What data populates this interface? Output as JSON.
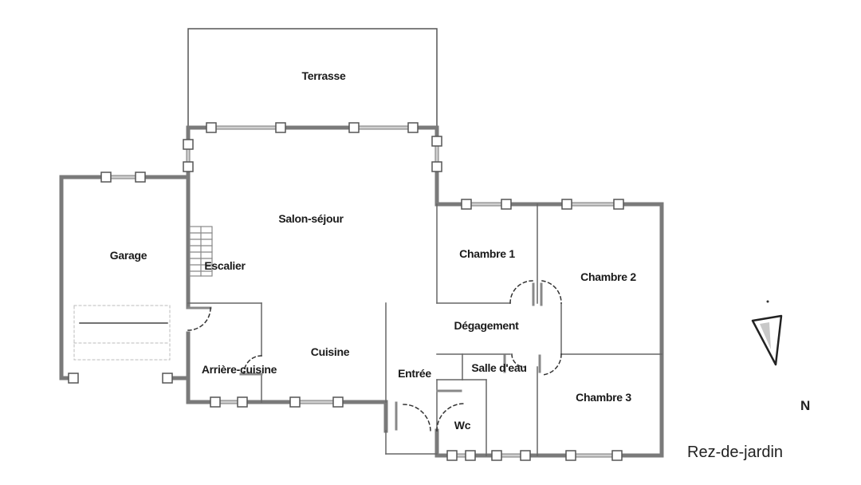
{
  "plan": {
    "level_label": "Rez-de-jardin",
    "north_label": "N",
    "wall_color": "#707070",
    "line_color": "#555555",
    "rooms": [
      {
        "id": "terrasse",
        "label": "Terrasse"
      },
      {
        "id": "salon-sejour",
        "label": "Salon-séjour"
      },
      {
        "id": "garage",
        "label": "Garage"
      },
      {
        "id": "escalier",
        "label": "Escalier"
      },
      {
        "id": "cuisine",
        "label": "Cuisine"
      },
      {
        "id": "arriere-cuisine",
        "label": "Arrière-cuisine"
      },
      {
        "id": "entree",
        "label": "Entrée"
      },
      {
        "id": "wc",
        "label": "Wc"
      },
      {
        "id": "salle-d-eau",
        "label": "Salle d'eau"
      },
      {
        "id": "degagement",
        "label": "Dégagement"
      },
      {
        "id": "chambre-1",
        "label": "Chambre 1"
      },
      {
        "id": "chambre-2",
        "label": "Chambre 2"
      },
      {
        "id": "chambre-3",
        "label": "Chambre 3"
      }
    ]
  }
}
